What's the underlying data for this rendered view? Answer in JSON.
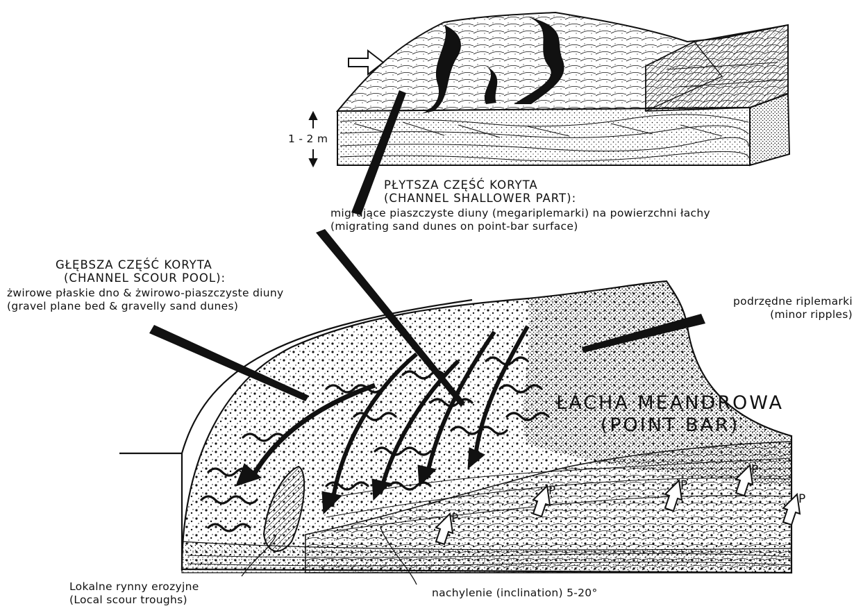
{
  "scale_bar": {
    "label": "1 - 2 m"
  },
  "shallow_part": {
    "title_pl": "PŁYTSZA CZĘŚĆ KORYTA",
    "title_en": "(CHANNEL SHALLOWER PART):",
    "desc_pl": "migrujące piaszczyste diuny (megariplemarki) na powierzchni łachy",
    "desc_en": "(migrating sand dunes on point-bar surface)"
  },
  "scour_pool": {
    "title_pl": "GŁĘBSZA CZĘŚĆ KORYTA",
    "title_en": "(CHANNEL SCOUR POOL):",
    "desc_pl": "żwirowe płaskie dno & żwirowo-piaszczyste diuny",
    "desc_en": "(gravel plane bed & gravelly sand dunes)"
  },
  "minor_ripples": {
    "pl": "podrzędne riplemarki",
    "en": "(minor ripples)"
  },
  "point_bar": {
    "pl": "ŁACHA MEANDROWA",
    "en": "(POINT BAR)"
  },
  "scour_troughs": {
    "pl": "Lokalne rynny erozyjne",
    "en": "(Local scour troughs)"
  },
  "inclination": {
    "label": "nachylenie (inclination) 5-20°"
  },
  "accretion_marker": "P",
  "colors": {
    "ink": "#111111",
    "paper": "#ffffff"
  }
}
